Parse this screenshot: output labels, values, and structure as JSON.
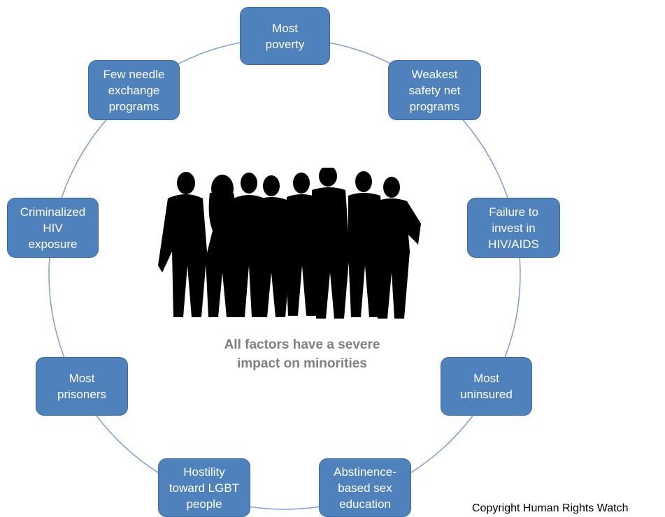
{
  "nodes": [
    {
      "id": "most-poverty",
      "lines": [
        "Most",
        "poverty"
      ]
    },
    {
      "id": "weakest-safety-net",
      "lines": [
        "Weakest",
        "safety net",
        "programs"
      ]
    },
    {
      "id": "failure-to-invest",
      "lines": [
        "Failure to",
        "invest in",
        "HIV/AIDS"
      ]
    },
    {
      "id": "most-uninsured",
      "lines": [
        "Most",
        "uninsured"
      ]
    },
    {
      "id": "abstinence-sex-ed",
      "lines": [
        "Abstinence-",
        "based sex",
        "education"
      ]
    },
    {
      "id": "hostility-lgbt",
      "lines": [
        "Hostility",
        "toward LGBT",
        "people"
      ]
    },
    {
      "id": "most-prisoners",
      "lines": [
        "Most",
        "prisoners"
      ]
    },
    {
      "id": "criminalized-hiv",
      "lines": [
        "Criminalized",
        "HIV",
        "exposure"
      ]
    },
    {
      "id": "few-needle-exchange",
      "lines": [
        "Few needle",
        "exchange",
        "programs"
      ]
    }
  ],
  "center_caption": [
    "All factors have a severe",
    "impact on minorities"
  ],
  "copyright": "Copyright Human Rights Watch",
  "colors": {
    "node_fill": "#4f81bd",
    "node_border": "#3b6aa5",
    "ring": "#7f9fcf",
    "caption": "#7f7f7f",
    "silhouette": "#000000"
  },
  "icons": {
    "center_image": "group-of-people-silhouette-icon"
  }
}
